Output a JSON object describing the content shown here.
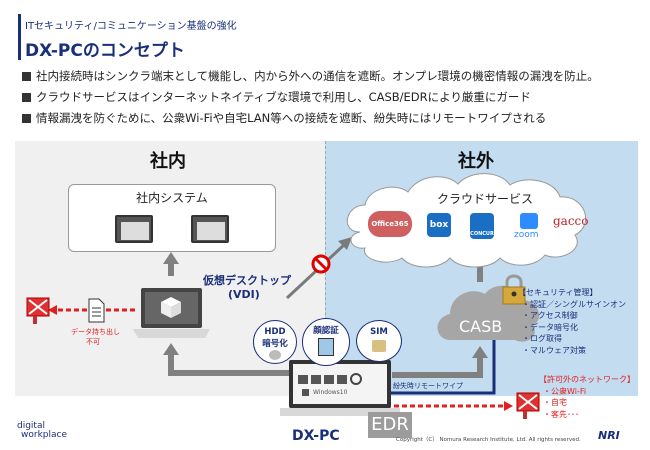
{
  "header": {
    "subtitle": "ITセキュリティ/コミュニケーション基盤の強化",
    "title": "DX-PCのコンセプト"
  },
  "bullets": [
    "社内接続時はシンクラ端末として機能し、内から外への通信を遮断。オンプレ環境の機密情報の漏洩を防止。",
    "クラウドサービスはインターネットネイティブな環境で利用し、CASB/EDRにより厳重にガード",
    "情報漏洩を防ぐために、公衆Wi-Fiや自宅LAN等への接続を遮断、紛失時にはリモートワイプされる"
  ],
  "zones": {
    "inside": "社内",
    "outside": "社外"
  },
  "internal_system": {
    "label": "社内システム"
  },
  "cloud": {
    "label": "クラウドサービス",
    "services": [
      {
        "name": "Office365",
        "color": "#d06060"
      },
      {
        "name": "box",
        "color": "#1a6fc4"
      },
      {
        "name": "CONCUR",
        "color": "#1a6fc4"
      },
      {
        "name": "zoom",
        "color": "#2d8cff"
      },
      {
        "name": "gacco",
        "color": "#c0202a"
      }
    ]
  },
  "vdi": {
    "line1": "仮想デスクトップ",
    "line2": "(VDI)"
  },
  "data_block": {
    "line1": "データ持ち出し",
    "line2": "不可"
  },
  "bubbles": {
    "hdd": {
      "line1": "HDD",
      "line2": "暗号化"
    },
    "face": "顔認証",
    "sim": "SIM"
  },
  "laptop": {
    "os": "Windows10"
  },
  "casb": {
    "label": "CASB",
    "heading": "【セキュリティ管理】",
    "items": [
      "・認証／シングルサインオン",
      "・アクセス制御",
      "・データ暗号化",
      "・ログ取得",
      "・マルウェア対策"
    ]
  },
  "remote_wipe": "紛失時リモートワイプ",
  "network": {
    "heading": "【許可外のネットワーク】",
    "items": [
      "・公衆Wi-Fi",
      "・自宅",
      "・客先･･･"
    ]
  },
  "edr": "EDR",
  "dxpc": "DX-PC",
  "footer": {
    "copyright": "Copyright（C） Nomura Research Institute, Ltd. All rights reserved.",
    "brand": "NRI",
    "logo_line1": "digital",
    "logo_line2": "workplace"
  },
  "colors": {
    "brand_navy": "#1a2f7a",
    "block_red": "#e02020",
    "outside_bg": "#c4dcf0",
    "inside_bg": "#f0f0f0"
  }
}
